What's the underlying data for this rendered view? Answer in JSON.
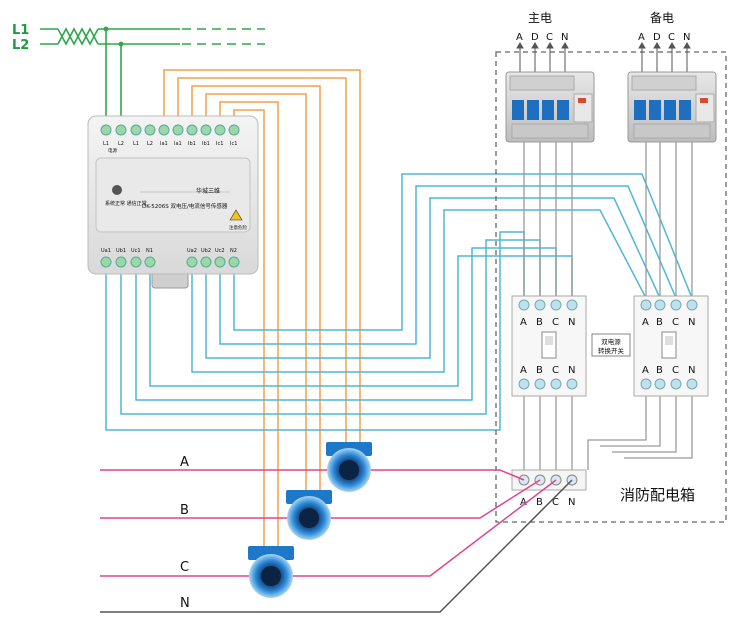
{
  "power_in": {
    "l1": "L1",
    "l2": "L2"
  },
  "main_supply": {
    "title": "主电",
    "terminals": [
      "A",
      "D",
      "C",
      "N"
    ]
  },
  "backup_supply": {
    "title": "备电",
    "terminals": [
      "A",
      "D",
      "C",
      "N"
    ]
  },
  "sensor_module": {
    "model_text": "DK-5206S 双电压/电流信号传感器",
    "brand_text": "华城三维",
    "status_text": "系统正常 通信正常",
    "warning_text": "注意危险",
    "top_terminals": [
      "L1",
      "L2",
      "L1",
      "L2",
      "Ia1",
      "Ia1",
      "Ib1",
      "Ib1",
      "Ic1",
      "Ic1"
    ],
    "top_sub_label": "电源",
    "bottom_left_terminals": [
      "Ua1",
      "Ub1",
      "Uc1",
      "N1"
    ],
    "bottom_right_terminals": [
      "Ua2",
      "Ub2",
      "Uc2",
      "N2"
    ]
  },
  "switch_left": {
    "top_labels": [
      "A",
      "B",
      "C",
      "N"
    ],
    "bottom_labels": [
      "A",
      "B",
      "C",
      "N"
    ]
  },
  "switch_right": {
    "top_labels": [
      "A",
      "B",
      "C",
      "N"
    ],
    "bottom_labels": [
      "A",
      "B",
      "C",
      "N"
    ]
  },
  "transfer_switch_label": {
    "line1": "双电源",
    "line2": "转换开关"
  },
  "output_terminals": [
    "A",
    "B",
    "C",
    "N"
  ],
  "cabinet_label": "消防配电箱",
  "load_lines": [
    "A",
    "B",
    "C",
    "N"
  ],
  "colors": {
    "green_wire": "#2ea84a",
    "orange_wire": "#f3a04a",
    "blue_wire": "#4fb6d8",
    "pink_wire": "#e0458c",
    "gray_wire": "#888888",
    "dark_wire": "#555555",
    "ct_blue": "#1e78c8"
  }
}
